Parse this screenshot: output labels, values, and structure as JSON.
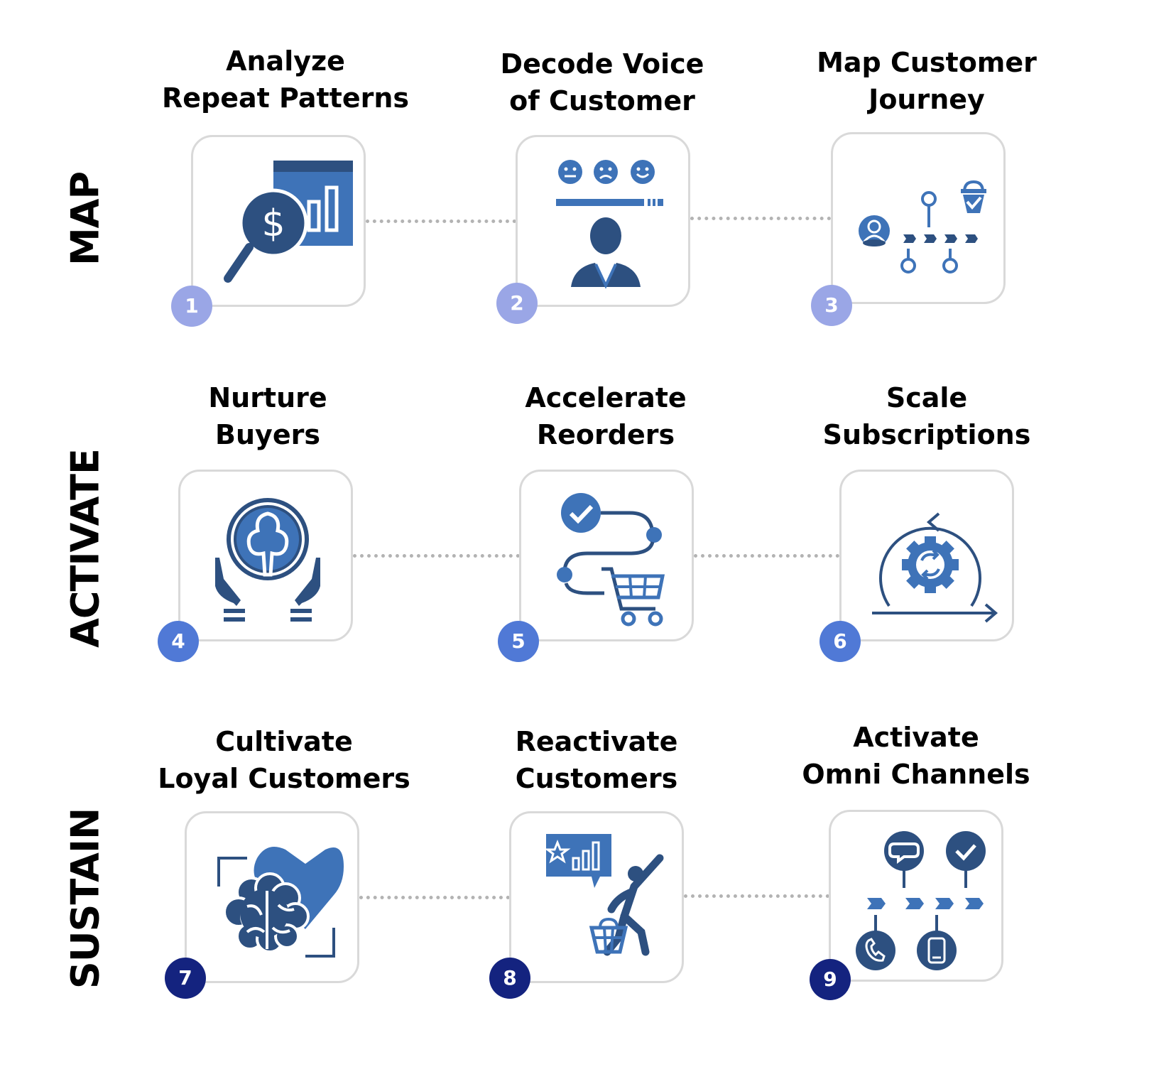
{
  "phases": [
    {
      "label": "MAP",
      "color": "#9aa6e6"
    },
    {
      "label": "ACTIVATE",
      "color": "#5079d6"
    },
    {
      "label": "SUSTAIN",
      "color": "#14237f"
    }
  ],
  "steps": [
    {
      "number": "1",
      "title": [
        "Analyze",
        "Repeat Patterns"
      ],
      "icon": "magnifier-dollar-chart-icon"
    },
    {
      "number": "2",
      "title": [
        "Decode Voice",
        "of Customer"
      ],
      "icon": "customer-feedback-icon"
    },
    {
      "number": "3",
      "title": [
        "Map Customer",
        "Journey"
      ],
      "icon": "journey-map-icon"
    },
    {
      "number": "4",
      "title": [
        "Nurture",
        "Buyers"
      ],
      "icon": "hands-tree-icon"
    },
    {
      "number": "5",
      "title": [
        "Accelerate",
        "Reorders"
      ],
      "icon": "checkout-path-cart-icon"
    },
    {
      "number": "6",
      "title": [
        "Scale",
        "Subscriptions"
      ],
      "icon": "gear-cycle-icon"
    },
    {
      "number": "7",
      "title": [
        "Cultivate",
        "Loyal Customers"
      ],
      "icon": "brain-heart-icon"
    },
    {
      "number": "8",
      "title": [
        "Reactivate",
        "Customers"
      ],
      "icon": "shopper-rating-icon"
    },
    {
      "number": "9",
      "title": [
        "Activate",
        "Omni Channels"
      ],
      "icon": "omnichannel-icon"
    }
  ],
  "colors": {
    "icon_dark": "#2d5080",
    "icon_mid": "#3e73b8",
    "box_border": "#d9d9d9",
    "connector": "#b3b3b3"
  }
}
